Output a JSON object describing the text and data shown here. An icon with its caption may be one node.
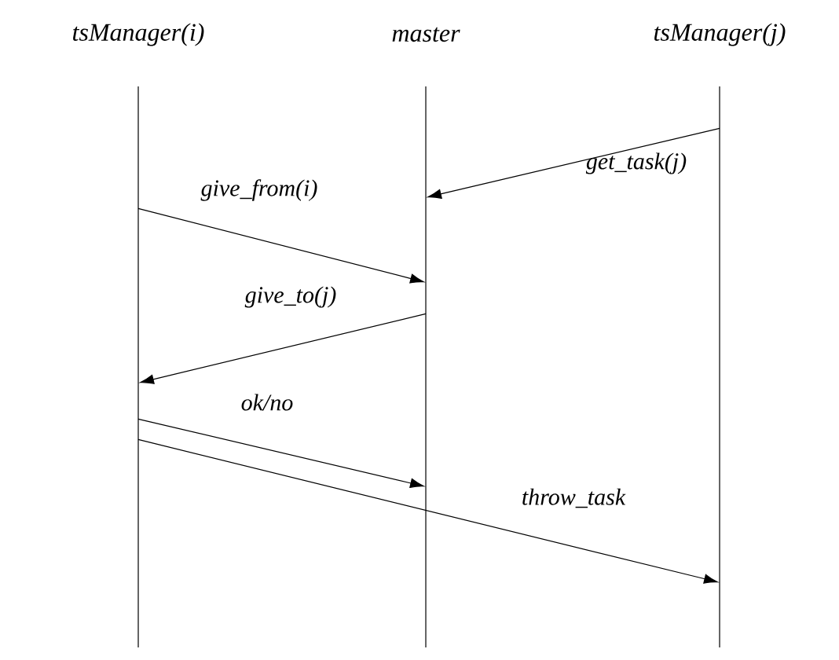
{
  "diagram": {
    "nodes": [
      {
        "text": [],
        "shape": "line",
        "beside": [
          "tsManager(i)"
        ]
      },
      {
        "text": [],
        "shape": "line",
        "beside": [
          "master"
        ]
      },
      {
        "text": [],
        "shape": "line",
        "beside": [
          "tsManager(j)"
        ]
      }
    ],
    "edges": [
      {
        "from": 2,
        "to": 1,
        "arrow": "to",
        "label": "get_task(j)"
      },
      {
        "from": 0,
        "to": 1,
        "arrow": "to",
        "label": "give_from(i)"
      },
      {
        "from": 1,
        "to": 0,
        "arrow": "to",
        "label": "give_to(j)"
      },
      {
        "from": 0,
        "to": 1,
        "arrow": "to",
        "label": "ok/no"
      },
      {
        "from": 0,
        "to": 2,
        "arrow": "to",
        "label": "throw_task"
      }
    ]
  }
}
